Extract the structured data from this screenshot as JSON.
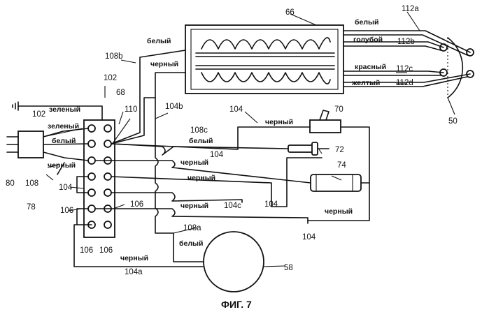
{
  "caption": "ФИГ. 7",
  "wire_labels": {
    "belyy_top": "белый",
    "belyy_112a": "белый",
    "goluboy": "голубой",
    "krasnyy": "красный",
    "zheltyy": "желтый",
    "chernyy_heater": "черный",
    "zelenyy_ground": "зеленый",
    "zelenyy_plug": "зеленый",
    "belyy_plug": "белый",
    "chernyy_plug": "черный",
    "chernyy_switch": "черный",
    "belyy_108c": "белый",
    "chernyy_72": "черный",
    "chernyy_74": "черный",
    "chernyy_104c": "черный",
    "chernyy_right": "черный",
    "belyy_108a": "белый",
    "chernyy_104a": "черный"
  },
  "ref_numbers": {
    "n66": "66",
    "n112a": "112a",
    "n112b": "112b",
    "n112c": "112c",
    "n112d": "112d",
    "n108b": "108b",
    "n102_top": "102",
    "n68": "68",
    "n110": "110",
    "n104b": "104b",
    "n104_top": "104",
    "n70": "70",
    "n102_left": "102",
    "n108c": "108c",
    "n104_mid": "104",
    "n72": "72",
    "n74": "74",
    "n80": "80",
    "n108": "108",
    "n104_left": "104",
    "n78": "78",
    "n106_left": "106",
    "n106_right": "106",
    "n104_bot": "104",
    "n104_far": "104",
    "n104c": "104c",
    "n108a": "108a",
    "n106_b1": "106",
    "n106_b2": "106",
    "n104a": "104a",
    "n58": "58",
    "n50": "50"
  }
}
